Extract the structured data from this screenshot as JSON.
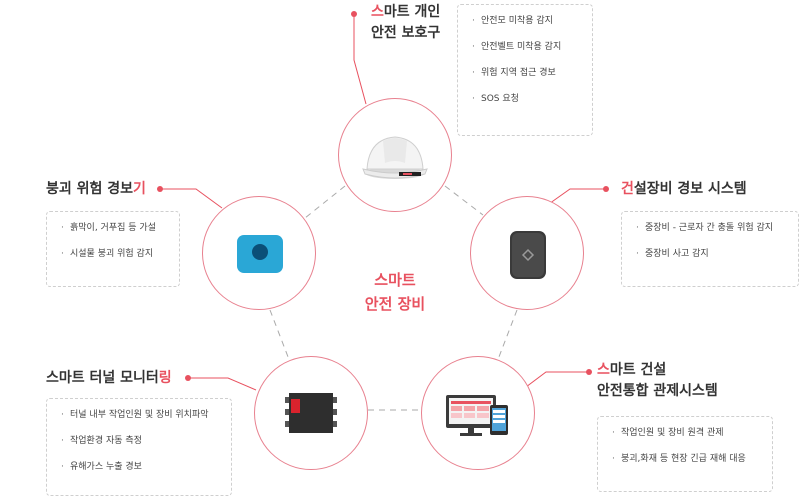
{
  "center": {
    "line1": "스마트",
    "line2": "안전 장비"
  },
  "nodes": {
    "helmet": {
      "title_first": "스",
      "title_rest1": "마트 개인",
      "title_line2": "안전 보호구",
      "items": [
        "안전모 미착용 감지",
        "안전벨트 미착용 감지",
        "위험 지역 접근 경보",
        "SOS 요청"
      ]
    },
    "collapse": {
      "title_main": "붕괴 위험 경보",
      "title_last": "기",
      "items": [
        "흙막이, 거푸집 등 가설",
        "시설물 붕괴 위험 감지"
      ]
    },
    "heavy": {
      "title_first": "건",
      "title_rest": "설장비 경보 시스템",
      "items": [
        "중장비 - 근로자 간 충돌 위험 감지",
        "중장비 사고 감지"
      ]
    },
    "tunnel": {
      "title_main": "스마트 터널 모니터",
      "title_last": "링",
      "items": [
        "터널 내부 작업인원 및 장비 위치파악",
        "작업환경 자동 측정",
        "유해가스 누출 경보"
      ]
    },
    "integrated": {
      "title_first": "스",
      "title_rest1": "마트 건설",
      "title_line2": "안전통합 관제시스템",
      "items": [
        "작업인원 및 장비 원격 관제",
        "붕괴,화재 등 현장 긴급 재해 대응"
      ]
    }
  },
  "colors": {
    "accent": "#e8515f",
    "circle_border": "#e8818f",
    "dash": "#aaaaaa",
    "blue": "#2aa7d6"
  }
}
